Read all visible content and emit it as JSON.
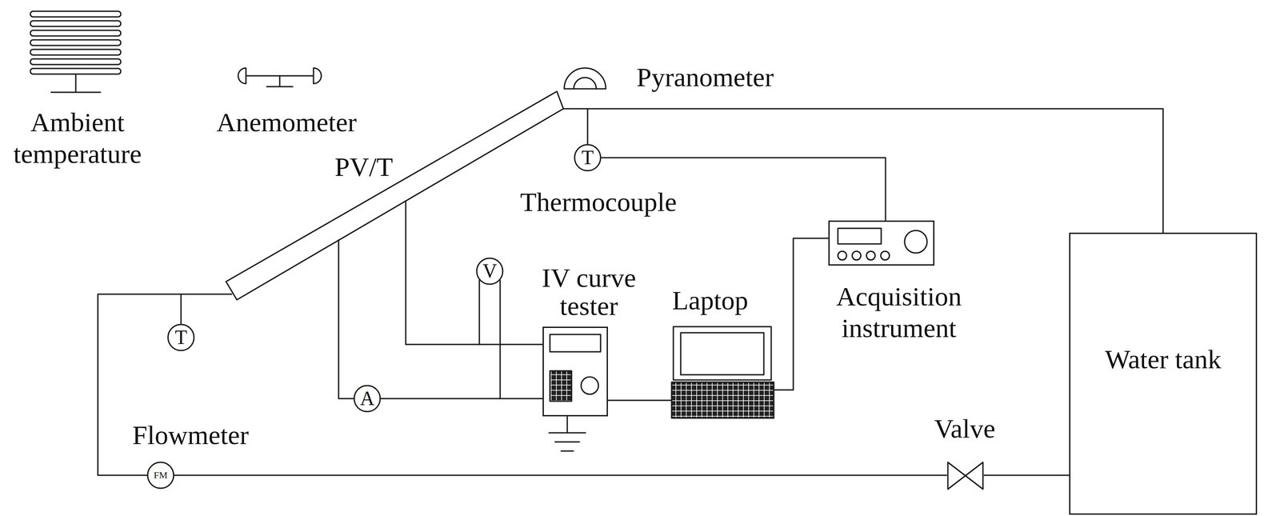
{
  "diagram": {
    "nodes": [
      {
        "text": [
          "T"
        ]
      },
      {
        "text": [
          "Acquisition instrument"
        ]
      },
      {
        "text": [
          "V"
        ]
      },
      {
        "text": [
          "IV curve tester"
        ]
      },
      {
        "text": [
          "Laptop"
        ]
      },
      {
        "text": [
          "T"
        ]
      },
      {
        "text": [
          "A"
        ]
      },
      {
        "text": [
          "Water tank"
        ]
      },
      {
        "text": [
          "Valve"
        ]
      },
      {
        "text": [
          "FM"
        ]
      }
    ],
    "edges": [
      {
        "from": 0,
        "to": 1,
        "arrow": "none"
      },
      {
        "from": 2,
        "to": 3,
        "arrow": "none"
      },
      {
        "from": 6,
        "to": 3,
        "arrow": "none"
      },
      {
        "from": 3,
        "to": 4,
        "arrow": "none"
      },
      {
        "from": 4,
        "to": 1,
        "arrow": "none"
      },
      {
        "from": 7,
        "to": 8,
        "arrow": "none"
      },
      {
        "from": 8,
        "to": 9,
        "arrow": "none"
      }
    ],
    "labels": [
      "Ambient temperature",
      "Anemometer",
      "Pyranometer",
      "PV/T",
      "Thermocouple",
      "Flowmeter"
    ]
  }
}
